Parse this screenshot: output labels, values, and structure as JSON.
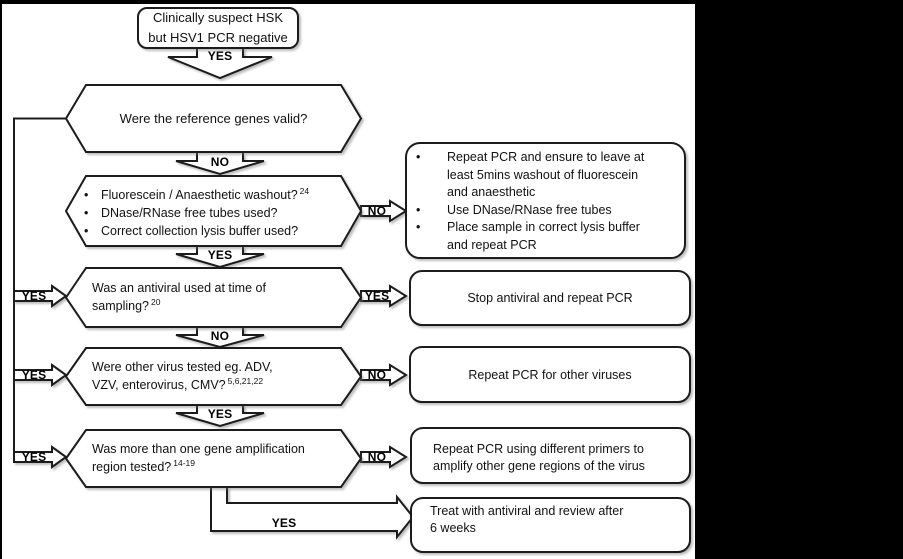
{
  "labels": {
    "yes": "YES",
    "no": "NO"
  },
  "chars": {
    "bullet": "•"
  },
  "start_box": {
    "lines": [
      "Clinically suspect HSK",
      "but HSV1 PCR negative"
    ]
  },
  "hexagons": {
    "reference_genes": {
      "question": "Were the reference genes valid?"
    },
    "washout": {
      "bullets": [
        {
          "text": "Fluorescein / Anaesthetic washout?",
          "sup": "24"
        },
        {
          "text": "DNase/RNase free tubes used?"
        },
        {
          "text": "Correct collection lysis buffer used?"
        }
      ]
    },
    "antiviral": {
      "lines": [
        {
          "text": "Was an antiviral used at time of"
        },
        {
          "text": "sampling?",
          "sup": "20"
        }
      ]
    },
    "other_viruses": {
      "lines": [
        {
          "text": "Were other virus tested eg. ADV,"
        },
        {
          "text": "VZV, enterovirus, CMV?",
          "sup": "5,6,21,22"
        }
      ]
    },
    "gene_regions": {
      "lines": [
        {
          "text": "Was more than one gene amplification"
        },
        {
          "text": "region tested?",
          "sup": "14-19"
        }
      ]
    }
  },
  "action_boxes": {
    "repeat_pcr_washout": {
      "bullets": [
        {
          "lines": [
            "Repeat PCR and ensure to leave at",
            "least 5mins washout of fluorescein",
            "and anaesthetic"
          ]
        },
        {
          "lines": [
            "Use DNase/RNase free tubes"
          ]
        },
        {
          "lines": [
            "Place sample in correct lysis buffer",
            "and repeat PCR"
          ]
        }
      ]
    },
    "stop_antiviral": {
      "text": "Stop antiviral and repeat PCR"
    },
    "repeat_other_viruses": {
      "text": "Repeat PCR for other viruses"
    },
    "repeat_primers": {
      "lines": [
        "Repeat PCR using different primers to",
        "amplify other gene regions of the virus"
      ]
    },
    "treat_antiviral": {
      "lines": [
        "Treat with antiviral and review after",
        "6 weeks"
      ]
    }
  }
}
